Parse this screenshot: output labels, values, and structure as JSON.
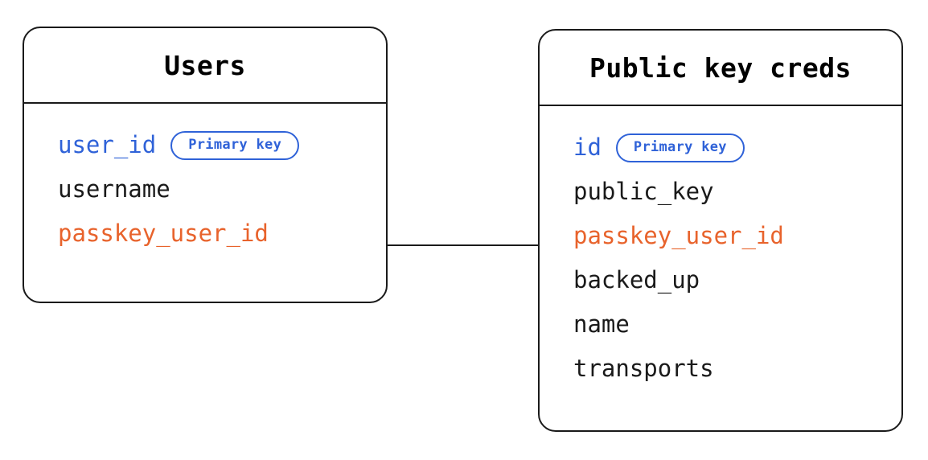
{
  "diagram": {
    "type": "entity-relationship",
    "background_color": "#ffffff",
    "line_color": "#1a1a1a",
    "colors": {
      "primary_key": "#2f62d8",
      "foreign_key": "#e8632c",
      "text": "#1a1a1a",
      "border": "#1a1a1a"
    },
    "entities": [
      {
        "id": "users",
        "title": "Users",
        "fields": [
          {
            "name": "user_id",
            "role": "key",
            "badge": "Primary key"
          },
          {
            "name": "username",
            "role": "plain",
            "badge": null
          },
          {
            "name": "passkey_user_id",
            "role": "fk",
            "badge": null
          }
        ]
      },
      {
        "id": "public_key_creds",
        "title": "Public key creds",
        "fields": [
          {
            "name": "id",
            "role": "key",
            "badge": "Primary key"
          },
          {
            "name": "public_key",
            "role": "plain",
            "badge": null
          },
          {
            "name": "passkey_user_id",
            "role": "fk",
            "badge": null
          },
          {
            "name": "backed_up",
            "role": "plain",
            "badge": null
          },
          {
            "name": "name",
            "role": "plain",
            "badge": null
          },
          {
            "name": "transports",
            "role": "plain",
            "badge": null
          }
        ]
      }
    ],
    "relationships": [
      {
        "id": "users-to-public-key-creds",
        "from": "users.passkey_user_id",
        "to": "public_key_creds.passkey_user_id",
        "style": "solid"
      }
    ]
  }
}
